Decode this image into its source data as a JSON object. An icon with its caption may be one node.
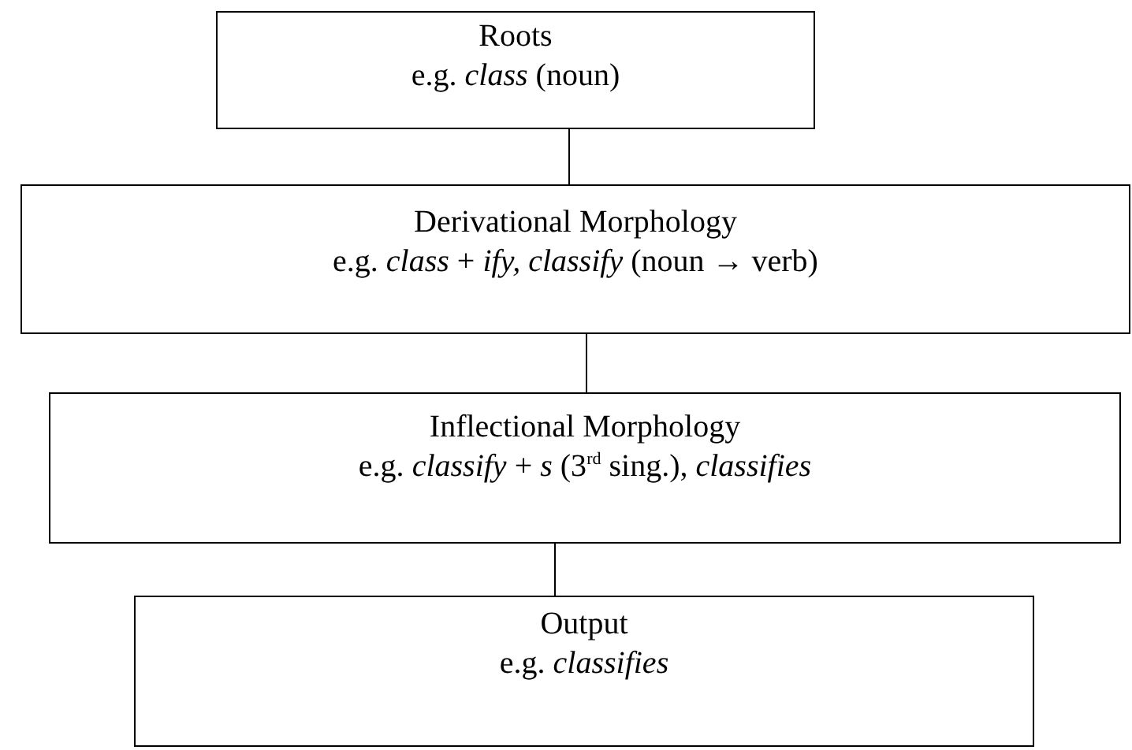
{
  "diagram": {
    "nodes": [
      {
        "text": [
          "Roots",
          "e.g. *class* (noun)"
        ]
      },
      {
        "text": [
          "Derivational Morphology",
          "e.g. *class* + *ify, classify* (noun → verb)"
        ]
      },
      {
        "text": [
          "Inflectional Morphology",
          "e.g. *classify* + *s* (3$^{rd}$ sing.), *classifies*"
        ]
      },
      {
        "text": [
          "Output",
          "e.g. *classifies*"
        ]
      }
    ],
    "edges": [
      {
        "from": 0,
        "to": 1,
        "arrow": "none"
      },
      {
        "from": 1,
        "to": 2,
        "arrow": "none"
      },
      {
        "from": 2,
        "to": 3,
        "arrow": "none"
      }
    ]
  }
}
